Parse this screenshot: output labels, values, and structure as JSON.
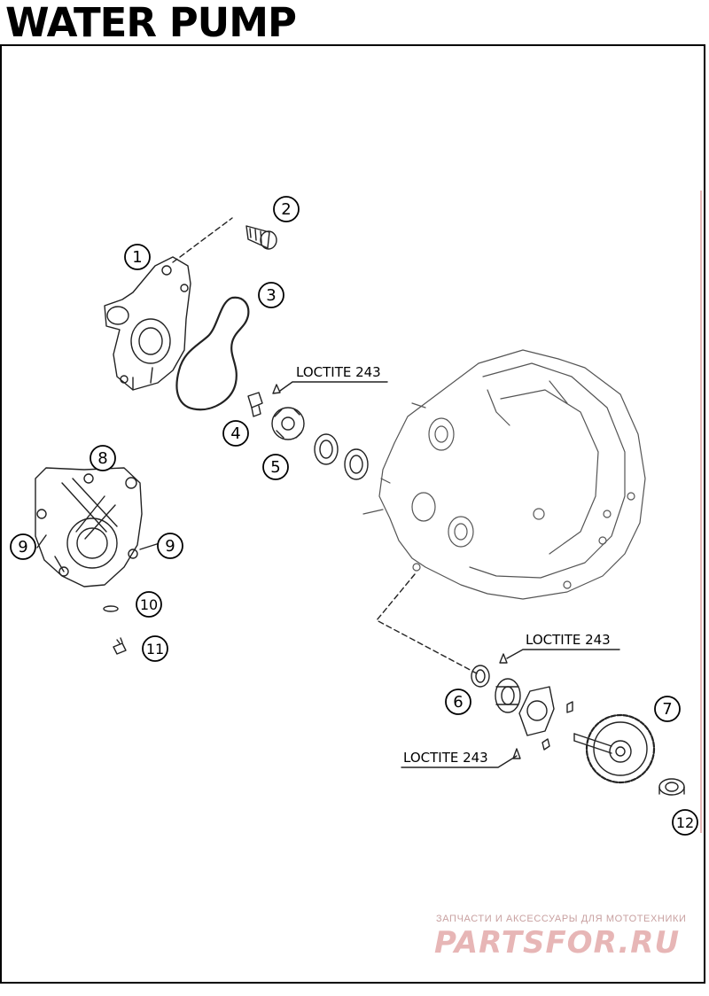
{
  "title": "WATER PUMP",
  "callouts": [
    "1",
    "2",
    "3",
    "4",
    "5",
    "6",
    "7",
    "8",
    "9",
    "9",
    "10",
    "11",
    "12"
  ],
  "loctite_labels": [
    "LOCTITE 243",
    "LOCTITE 243",
    "LOCTITE 243"
  ],
  "watermark": {
    "line1": "ЗАПЧАСТИ И АКСЕССУАРЫ ДЛЯ МОТОТЕХНИКИ",
    "brand": "PARTSFOR.RU"
  }
}
